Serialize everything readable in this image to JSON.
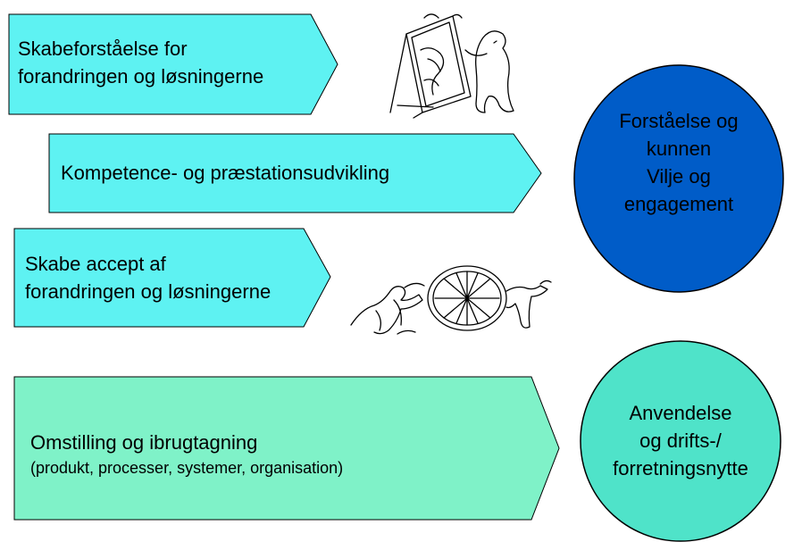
{
  "arrows": [
    {
      "lines": [
        "Skabeforståelse for",
        "forandringen og løsningerne"
      ],
      "color": "#5EF2F2"
    },
    {
      "lines": [
        "Kompetence- og præstationsudvikling"
      ],
      "color": "#5EF2F2"
    },
    {
      "lines": [
        "Skabe accept af",
        "forandringen og løsningerne"
      ],
      "color": "#5EF2F2"
    },
    {
      "lines": [
        "Omstilling og ibrugtagning"
      ],
      "sub": "(produkt, processer, systemer, organisation)",
      "color": "#7FF2C8"
    }
  ],
  "circles": [
    {
      "lines": [
        "Forståelse og",
        "kunnen",
        "Vilje og",
        "engagement"
      ],
      "color": "#005CC8"
    },
    {
      "lines": [
        "Anvendelse",
        "og drifts-/",
        "forretningsnytte"
      ],
      "color": "#4FE3C9"
    }
  ],
  "illustrations": [
    "mirror-sketch-icon",
    "wheel-pushers-sketch-icon"
  ]
}
